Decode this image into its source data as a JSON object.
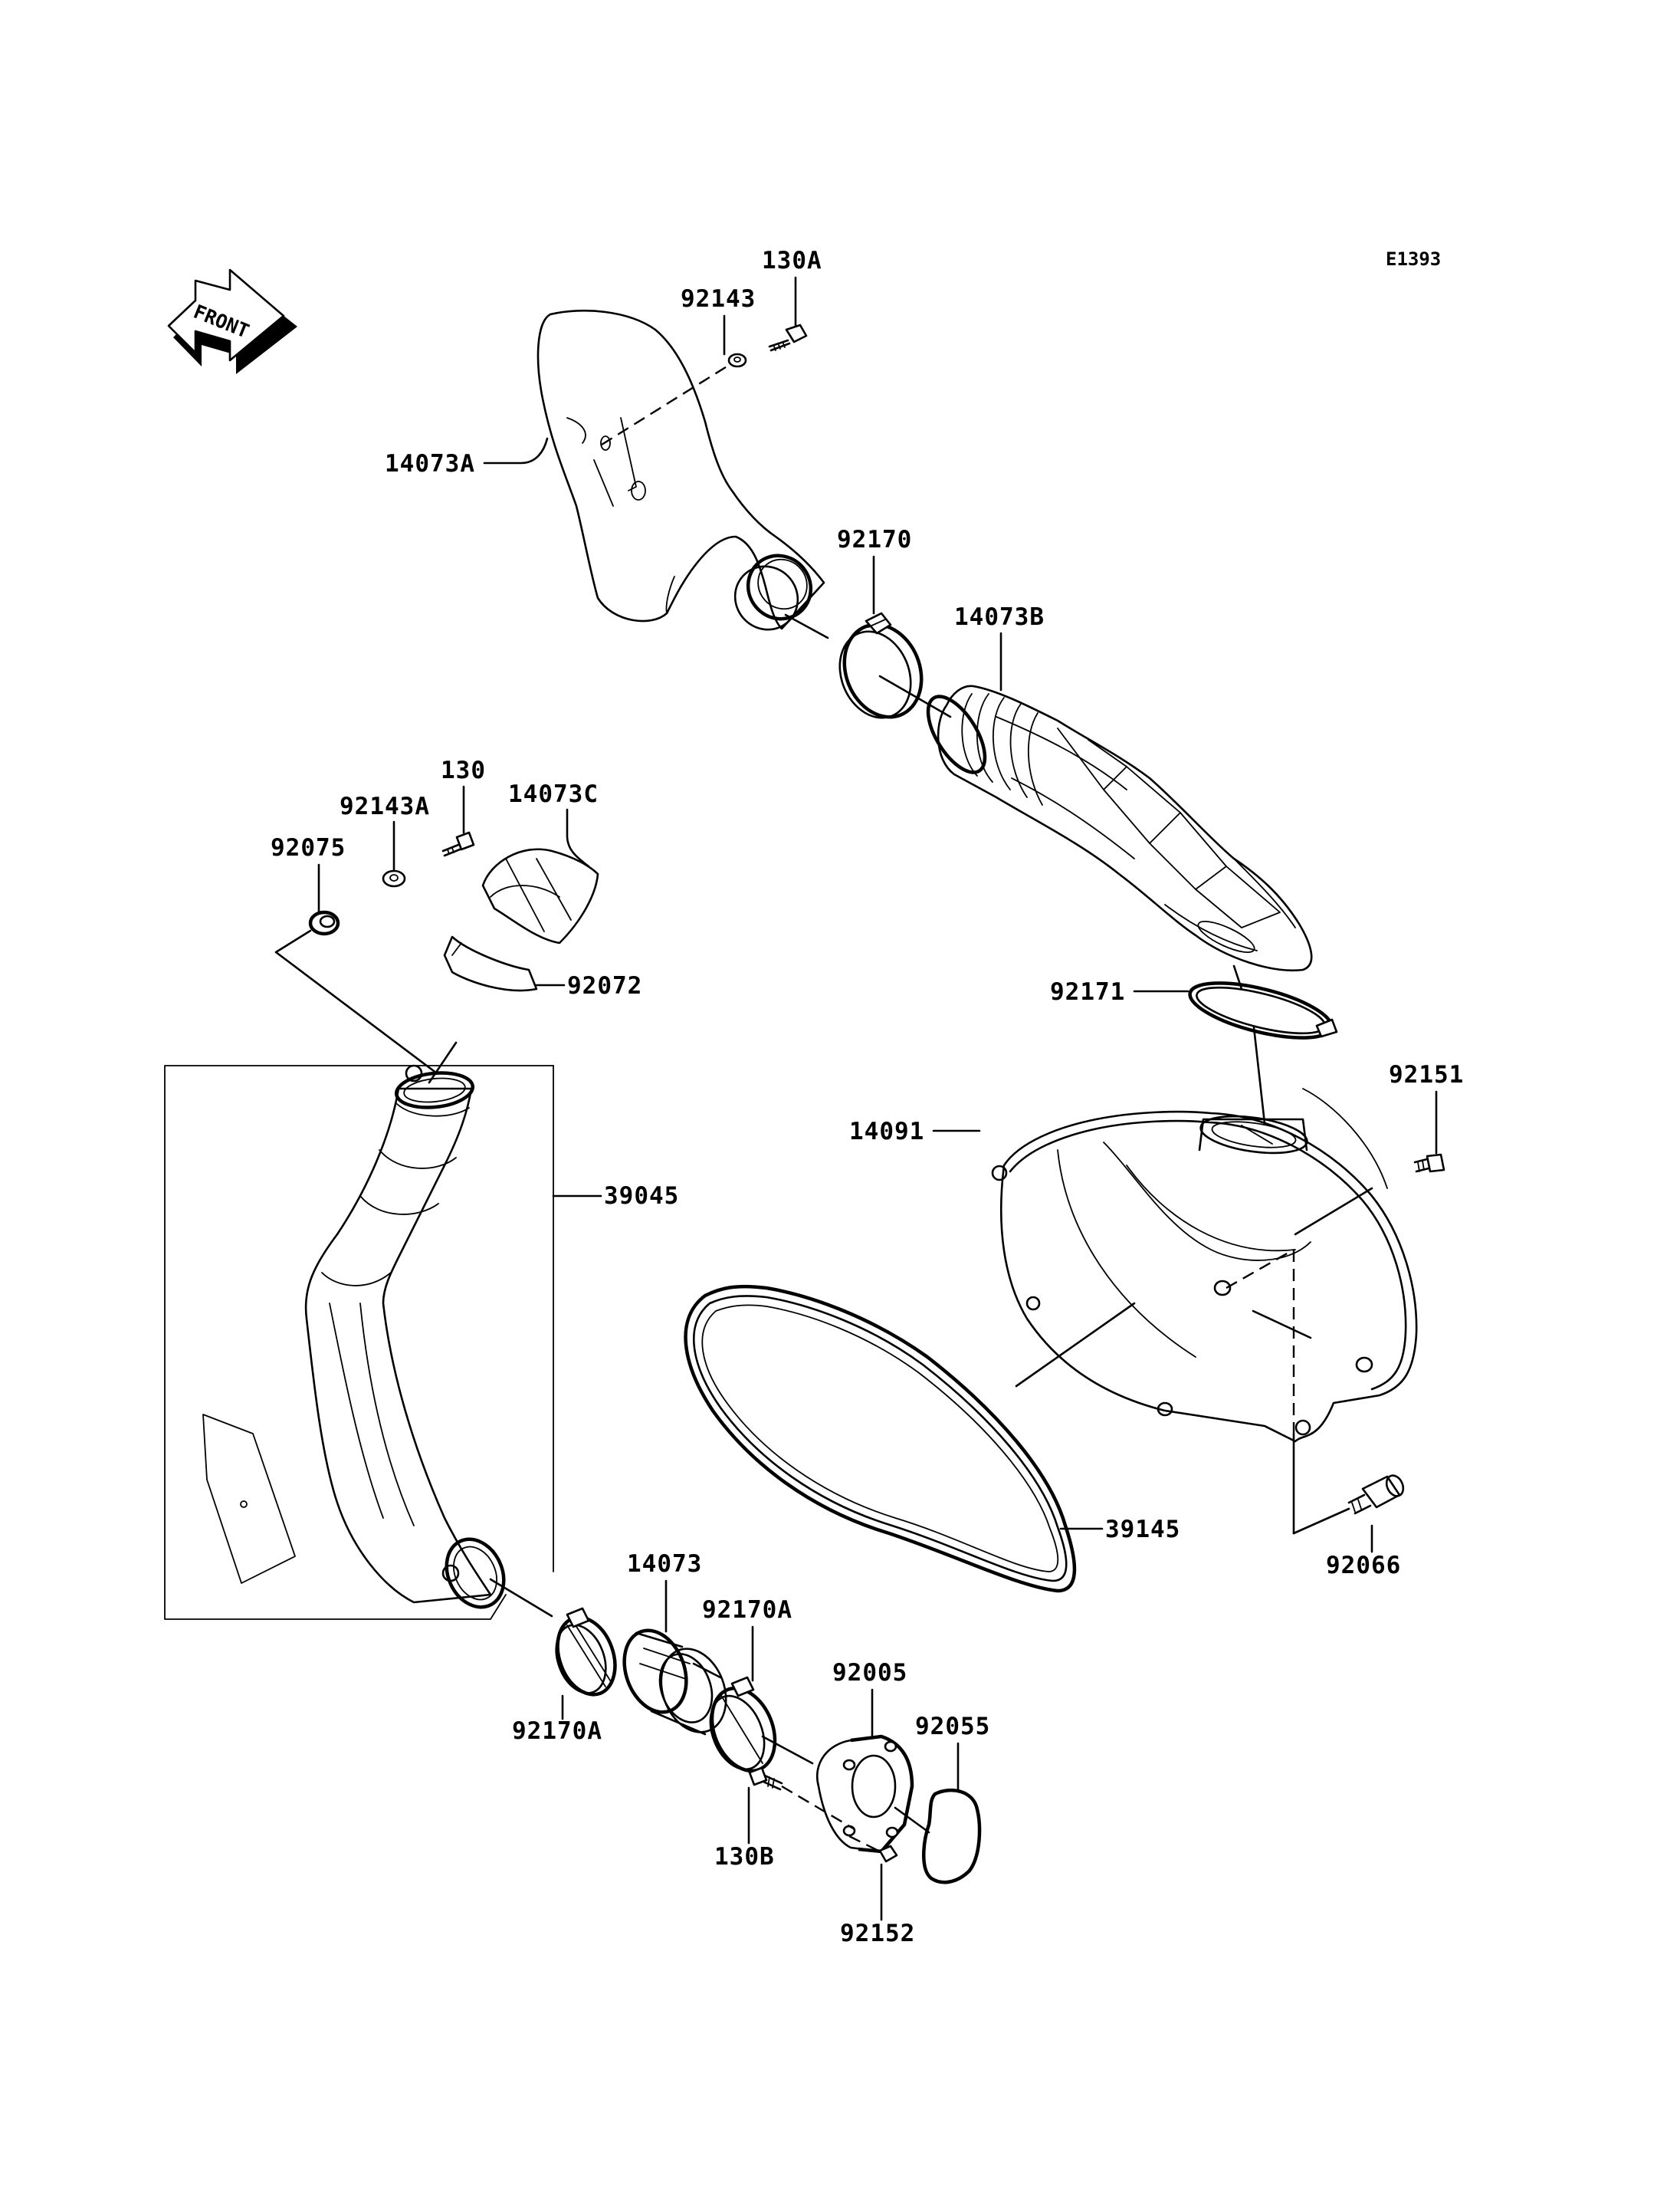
{
  "diagram_code": "E1393",
  "front_label": "FRONT",
  "parts": {
    "p130A": "130A",
    "p92143": "92143",
    "p14073A": "14073A",
    "p92170": "92170",
    "p14073B": "14073B",
    "p130": "130",
    "p92143A": "92143A",
    "p14073C": "14073C",
    "p92075": "92075",
    "p92072": "92072",
    "p92171": "92171",
    "p92151": "92151",
    "p14091": "14091",
    "p39045": "39045",
    "p39145": "39145",
    "p92066": "92066",
    "p14073": "14073",
    "p92170A_top": "92170A",
    "p92005": "92005",
    "p92055": "92055",
    "p92170A_bottom": "92170A",
    "p130B": "130B",
    "p92152": "92152"
  }
}
